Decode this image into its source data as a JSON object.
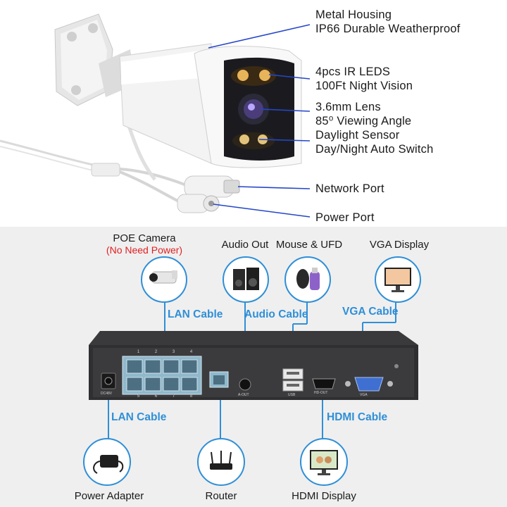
{
  "camera_labels": {
    "housing_line1": "Metal Housing",
    "housing_line2": "IP66 Durable Weatherproof",
    "ir_line1": "4pcs IR LEDS",
    "ir_line2": "100Ft Night Vision",
    "lens_line1": "3.6mm Lens",
    "lens_line2": "85⁰ Viewing Angle",
    "sensor_line1": "Daylight Sensor",
    "sensor_line2": "Day/Night Auto Switch",
    "network_port": "Network Port",
    "power_port": "Power Port"
  },
  "devices": {
    "poe_camera": "POE Camera",
    "poe_camera_note": "(No Need Power)",
    "audio_out": "Audio Out",
    "mouse_ufd": "Mouse & UFD",
    "vga_display": "VGA Display",
    "power_adapter": "Power Adapter",
    "router": "Router",
    "hdmi_display": "HDMI Display"
  },
  "cables": {
    "lan_cable_top": "LAN Cable",
    "audio_cable": "Audio Cable",
    "vga_cable": "VGA Cable",
    "lan_cable_bottom": "LAN Cable",
    "hdmi_cable": "HDMI Cable"
  },
  "nvr_port_labels": {
    "dc": "DC48V",
    "port_numbers_top": [
      "1",
      "2",
      "3",
      "4"
    ],
    "port_numbers_bottom": [
      "5",
      "6",
      "7",
      "8"
    ],
    "aout": "A-OUT",
    "usb": "USB",
    "hdout": "HD-OUT",
    "vga": "VGA"
  },
  "colors": {
    "accent": "#2f8fd6",
    "pointer_line": "#2446c8",
    "warning": "#e02020",
    "panel_bg": "#efeff0"
  }
}
